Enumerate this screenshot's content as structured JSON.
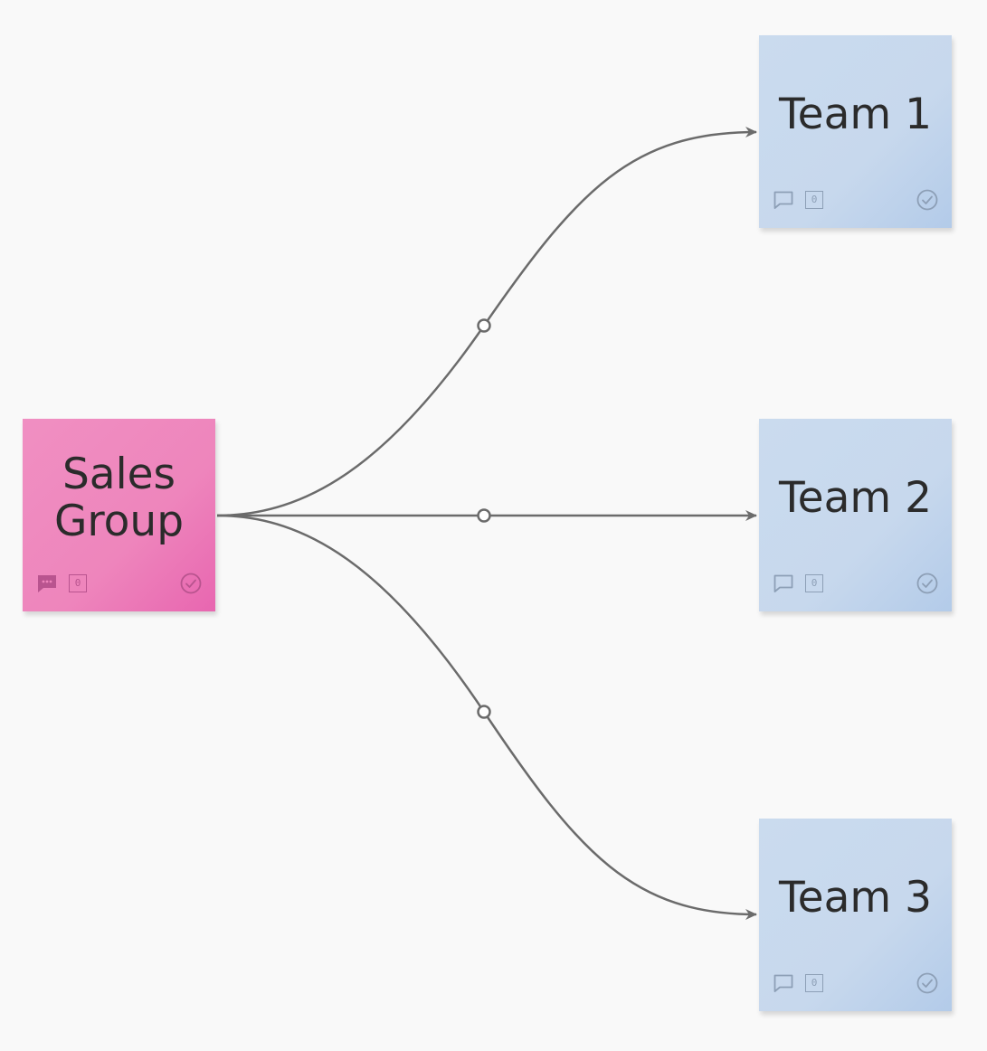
{
  "board": {
    "background": "#f9f9f9",
    "connector_color": "#6b6b6b"
  },
  "nodes": [
    {
      "id": "sales-group",
      "label": "Sales\nGroup",
      "color": "#ee85bc",
      "votes": "0",
      "comment_icon": "comment-filled-icon",
      "check_icon": "check-circle-icon"
    },
    {
      "id": "team-1",
      "label": "Team 1",
      "color": "#c7d8ed",
      "votes": "0",
      "comment_icon": "comment-outline-icon",
      "check_icon": "check-circle-icon"
    },
    {
      "id": "team-2",
      "label": "Team 2",
      "color": "#c7d8ed",
      "votes": "0",
      "comment_icon": "comment-outline-icon",
      "check_icon": "check-circle-icon"
    },
    {
      "id": "team-3",
      "label": "Team 3",
      "color": "#c7d8ed",
      "votes": "0",
      "comment_icon": "comment-outline-icon",
      "check_icon": "check-circle-icon"
    }
  ],
  "edges": [
    {
      "from": "sales-group",
      "to": "team-1",
      "arrow": "end"
    },
    {
      "from": "sales-group",
      "to": "team-2",
      "arrow": "end"
    },
    {
      "from": "sales-group",
      "to": "team-3",
      "arrow": "end"
    }
  ]
}
